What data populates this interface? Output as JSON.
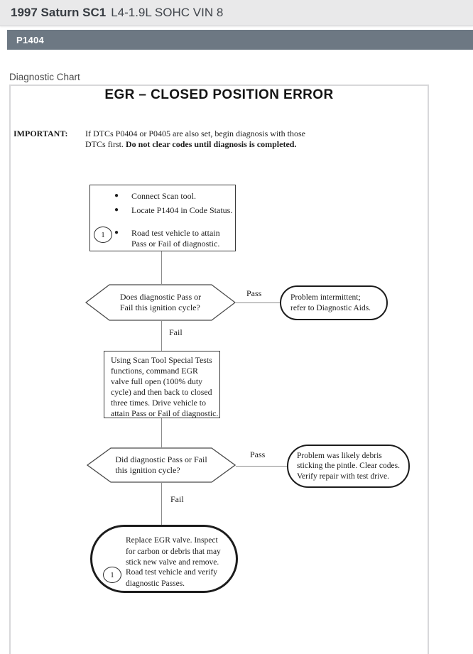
{
  "colors": {
    "header_bg": "#e9e9ea",
    "code_bar_bg": "#6d7883",
    "panel_border": "#d8d8da",
    "ink": "#1d1d1d"
  },
  "header": {
    "model": "1997 Saturn SC1",
    "engine": "L4-1.9L SOHC VIN 8"
  },
  "code_bar": {
    "label": "P1404"
  },
  "section_label": "Diagnostic Chart",
  "chart": {
    "title": "EGR – CLOSED POSITION ERROR",
    "bullet_glyph": "●",
    "footnote_marker": "1",
    "important": {
      "label": "IMPORTANT:",
      "line1": "If DTCs P0404 or P0405 are also set, begin diagnosis with those",
      "line2_normal": "DTCs first. ",
      "line2_bold": "Do not clear codes until diagnosis is completed."
    },
    "step1": {
      "item1": "Connect Scan tool.",
      "item2": "Locate P1404 in Code Status.",
      "item3_lines": [
        "Road test vehicle to attain",
        "Pass or Fail of diagnostic."
      ]
    },
    "decision1": {
      "lines": [
        "Does diagnostic Pass or",
        "Fail this ignition cycle?"
      ]
    },
    "terminal1": {
      "lines": [
        "Problem intermittent;",
        "refer to Diagnostic Aids."
      ]
    },
    "step2": {
      "lines": [
        "Using Scan Tool Special Tests",
        "functions, command EGR",
        "valve full open (100% duty",
        "cycle) and then back to closed",
        "three times. Drive vehicle to",
        "attain Pass or Fail of diagnostic."
      ]
    },
    "decision2": {
      "lines": [
        "Did diagnostic Pass or Fail",
        "this ignition cycle?"
      ]
    },
    "terminal2": {
      "lines": [
        "Problem was likely debris",
        "sticking the pintle. Clear codes.",
        "Verify repair with test drive."
      ]
    },
    "terminal3": {
      "para1_lines": [
        "Replace EGR valve. Inspect",
        "for carbon or debris that may",
        "stick new valve and remove."
      ],
      "para2_lines": [
        "Road test vehicle and verify",
        "diagnostic Passes."
      ]
    },
    "edge_labels": {
      "pass1": "Pass",
      "fail1": "Fail",
      "pass2": "Pass",
      "fail2": "Fail"
    }
  }
}
